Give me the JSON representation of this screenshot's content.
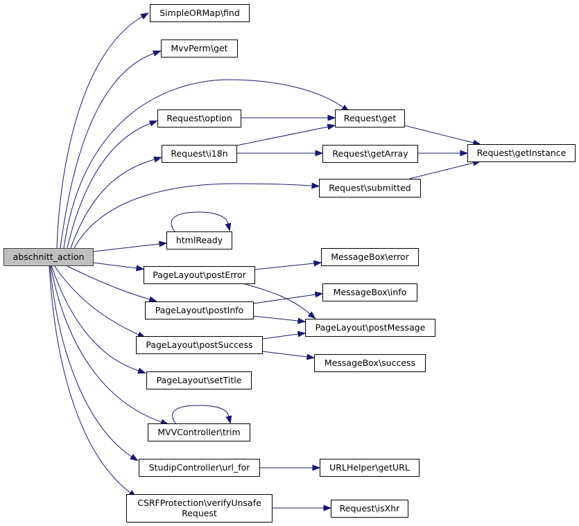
{
  "diagram": {
    "type": "call-graph",
    "colors": {
      "edge": "#191970",
      "root_fill": "#bfbfbf",
      "node_fill": "#ffffff",
      "node_border": "#000000"
    },
    "root": "abschnitt_action",
    "nodes": [
      {
        "id": "abschnitt_action",
        "label": "abschnitt_action",
        "root": true
      },
      {
        "id": "simpleormap_find",
        "label": "SimpleORMap\\find"
      },
      {
        "id": "mvvperm_get",
        "label": "MvvPerm\\get"
      },
      {
        "id": "request_get",
        "label": "Request\\get"
      },
      {
        "id": "request_option",
        "label": "Request\\option"
      },
      {
        "id": "request_i18n",
        "label": "Request\\i18n"
      },
      {
        "id": "request_getarray",
        "label": "Request\\getArray"
      },
      {
        "id": "request_getinstance",
        "label": "Request\\getInstance"
      },
      {
        "id": "request_submitted",
        "label": "Request\\submitted"
      },
      {
        "id": "htmlready",
        "label": "htmlReady"
      },
      {
        "id": "pagelayout_posterror",
        "label": "PageLayout\\postError"
      },
      {
        "id": "messagebox_error",
        "label": "MessageBox\\error"
      },
      {
        "id": "pagelayout_postinfo",
        "label": "PageLayout\\postInfo"
      },
      {
        "id": "messagebox_info",
        "label": "MessageBox\\info"
      },
      {
        "id": "pagelayout_postmessage",
        "label": "PageLayout\\postMessage"
      },
      {
        "id": "pagelayout_postsuccess",
        "label": "PageLayout\\postSuccess"
      },
      {
        "id": "messagebox_success",
        "label": "MessageBox\\success"
      },
      {
        "id": "pagelayout_settitle",
        "label": "PageLayout\\setTitle"
      },
      {
        "id": "mvvcontroller_trim",
        "label": "MVVController\\trim"
      },
      {
        "id": "studipcontroller_url_for",
        "label": "StudipController\\url_for"
      },
      {
        "id": "urlhelper_geturl",
        "label": "URLHelper\\getURL"
      },
      {
        "id": "csrfprotection_verifyunsaferequest",
        "label": "CSRFProtection\\verifyUnsafe\nRequest"
      },
      {
        "id": "request_isxhr",
        "label": "Request\\isXhr"
      }
    ],
    "edges": [
      {
        "from": "abschnitt_action",
        "to": "simpleormap_find"
      },
      {
        "from": "abschnitt_action",
        "to": "mvvperm_get"
      },
      {
        "from": "abschnitt_action",
        "to": "request_get"
      },
      {
        "from": "abschnitt_action",
        "to": "request_option"
      },
      {
        "from": "abschnitt_action",
        "to": "request_i18n"
      },
      {
        "from": "abschnitt_action",
        "to": "request_submitted"
      },
      {
        "from": "abschnitt_action",
        "to": "htmlready"
      },
      {
        "from": "abschnitt_action",
        "to": "pagelayout_posterror"
      },
      {
        "from": "abschnitt_action",
        "to": "pagelayout_postinfo"
      },
      {
        "from": "abschnitt_action",
        "to": "pagelayout_postsuccess"
      },
      {
        "from": "abschnitt_action",
        "to": "pagelayout_settitle"
      },
      {
        "from": "abschnitt_action",
        "to": "mvvcontroller_trim"
      },
      {
        "from": "abschnitt_action",
        "to": "studipcontroller_url_for"
      },
      {
        "from": "abschnitt_action",
        "to": "csrfprotection_verifyunsaferequest"
      },
      {
        "from": "request_option",
        "to": "request_get"
      },
      {
        "from": "request_i18n",
        "to": "request_get"
      },
      {
        "from": "request_i18n",
        "to": "request_getarray"
      },
      {
        "from": "request_get",
        "to": "request_getinstance"
      },
      {
        "from": "request_getarray",
        "to": "request_getinstance"
      },
      {
        "from": "request_submitted",
        "to": "request_getinstance"
      },
      {
        "from": "htmlready",
        "to": "htmlready"
      },
      {
        "from": "pagelayout_posterror",
        "to": "messagebox_error"
      },
      {
        "from": "pagelayout_posterror",
        "to": "pagelayout_postmessage"
      },
      {
        "from": "pagelayout_postinfo",
        "to": "messagebox_info"
      },
      {
        "from": "pagelayout_postinfo",
        "to": "pagelayout_postmessage"
      },
      {
        "from": "pagelayout_postsuccess",
        "to": "pagelayout_postmessage"
      },
      {
        "from": "pagelayout_postsuccess",
        "to": "messagebox_success"
      },
      {
        "from": "mvvcontroller_trim",
        "to": "mvvcontroller_trim"
      },
      {
        "from": "studipcontroller_url_for",
        "to": "urlhelper_geturl"
      },
      {
        "from": "csrfprotection_verifyunsaferequest",
        "to": "request_isxhr"
      }
    ]
  }
}
